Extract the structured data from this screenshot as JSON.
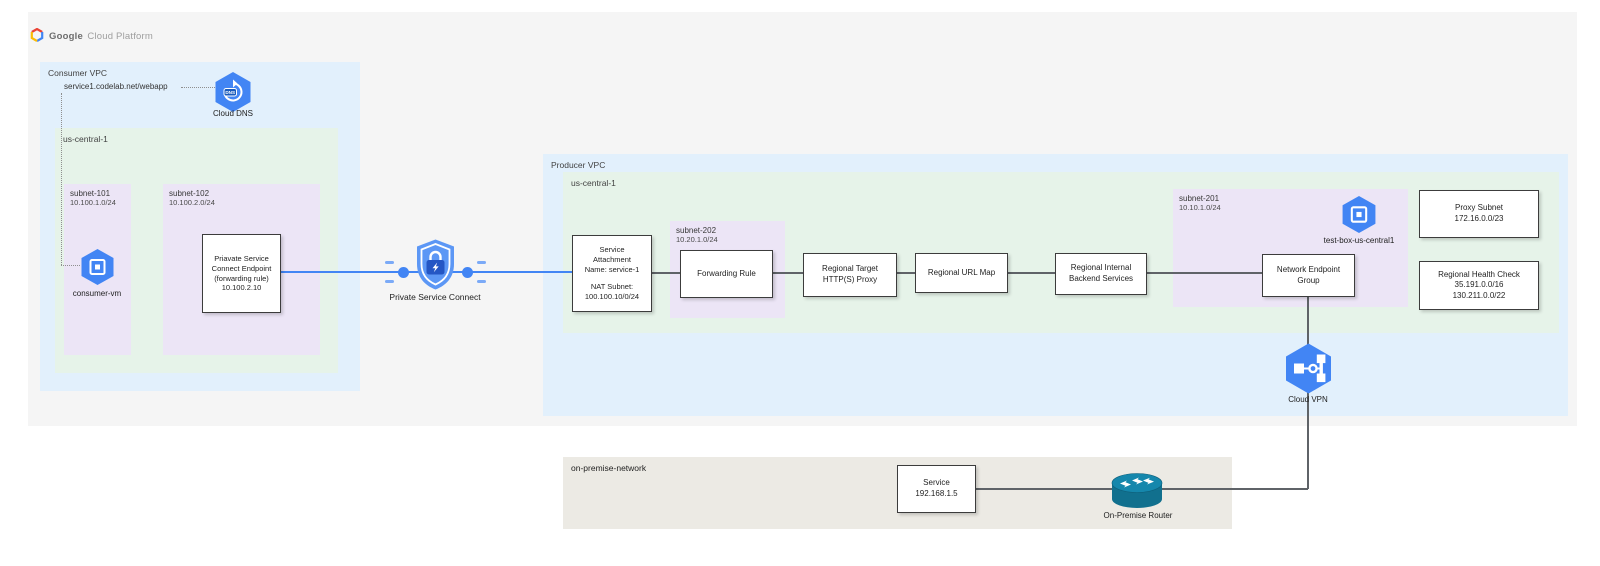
{
  "header": {
    "logo_google": "Google",
    "logo_rest": "Cloud Platform"
  },
  "colors": {
    "accent_blue": "#4285f4",
    "container_gray": "#f5f5f5",
    "vpc_blue": "#e2f0fc",
    "region_green": "#e6f3e9",
    "subnet_purple": "#ece5f6",
    "onprem_beige": "#eceae4",
    "icon_blue": "#4285f4",
    "router_teal": "#11708e"
  },
  "consumer_vpc": {
    "label": "Consumer VPC",
    "dns_record": "service1.codelab.net/webapp",
    "cloud_dns_label": "Cloud DNS",
    "region_label": "us-central-1",
    "subnet101": {
      "name": "subnet-101",
      "cidr": "10.100.1.0/24",
      "vm_label": "consumer-vm"
    },
    "subnet102": {
      "name": "subnet-102",
      "cidr": "10.100.2.0/24",
      "endpoint_lines": [
        "Priavate Service",
        "Connect Endpoint",
        "(forwarding rule)",
        "10.100.2.10"
      ]
    }
  },
  "psc": {
    "label": "Private Service Connect"
  },
  "producer_vpc": {
    "label": "Producer VPC",
    "region_label": "us-central-1",
    "service_attachment": {
      "line1": "Service",
      "line2": "Attachment",
      "line3": "Name: service-1",
      "line4": "NAT Subnet:",
      "line5": "100.100.10/0/24"
    },
    "subnet202": {
      "name": "subnet-202",
      "cidr": "10.20.1.0/24"
    },
    "forwarding_rule": "Forwarding Rule",
    "target_proxy": "Regional Target HTTP(S) Proxy",
    "url_map": "Regional URL Map",
    "backend_services": "Regional Internal Backend Services",
    "subnet201": {
      "name": "subnet-201",
      "cidr": "10.10.1.0/24",
      "vm_label": "test-box-us-central1"
    },
    "neg": "Network Endpoint Group",
    "proxy_subnet": {
      "title": "Proxy Subnet",
      "cidr": "172.16.0.0/23"
    },
    "health_check": {
      "title": "Regional Health Check",
      "cidr1": "35.191.0.0/16",
      "cidr2": "130.211.0.0/22"
    },
    "cloud_vpn_label": "Cloud VPN"
  },
  "on_premise": {
    "label": "on-premise-network",
    "service_box": {
      "title": "Service",
      "ip": "192.168.1.5"
    },
    "router_label": "On-Premise Router"
  }
}
